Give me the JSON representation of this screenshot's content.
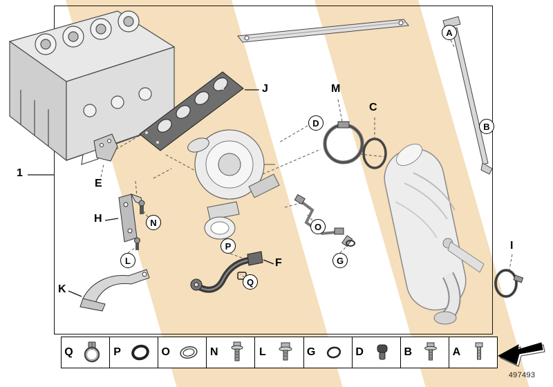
{
  "colors": {
    "band": "#f5dfbc",
    "frame": "#111111",
    "drawing_line": "#444444",
    "label_text": "#000000"
  },
  "assembly": {
    "ref_label": "1"
  },
  "callouts": {
    "A": "A",
    "B": "B",
    "C": "C",
    "D": "D",
    "E": "E",
    "F": "F",
    "G": "G",
    "H": "H",
    "I": "I",
    "J": "J",
    "K": "K",
    "L": "L",
    "M": "M",
    "N": "N",
    "O": "O",
    "P": "P",
    "Q": "Q"
  },
  "legend": {
    "cells": [
      {
        "label": "Q",
        "icon": "hose-clamp-icon"
      },
      {
        "label": "P",
        "icon": "o-ring-icon"
      },
      {
        "label": "O",
        "icon": "gasket-ring-icon"
      },
      {
        "label": "N",
        "icon": "flange-bolt-icon"
      },
      {
        "label": "L",
        "icon": "hex-bolt-icon"
      },
      {
        "label": "G",
        "icon": "small-o-ring-icon"
      },
      {
        "label": "D",
        "icon": "blind-plug-icon"
      },
      {
        "label": "B",
        "icon": "bolt-with-washer-icon"
      },
      {
        "label": "A",
        "icon": "screw-icon"
      }
    ]
  },
  "footer": {
    "part_number": "497493"
  },
  "diagram_parts": [
    "engine-cylinder-head",
    "exhaust-manifold",
    "turbocharger",
    "v-band-clamp",
    "gasket-ring",
    "upper-support-stay",
    "support-rod",
    "catalytic-converter",
    "exhaust-clamp",
    "oil-feed-line",
    "oil-return-hose",
    "bracket-e",
    "bracket-h",
    "bracket-k",
    "direction-arrow-icon"
  ]
}
